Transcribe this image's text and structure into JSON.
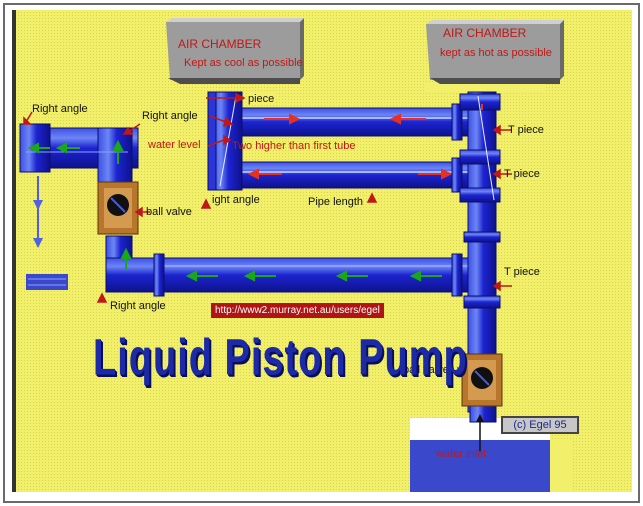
{
  "air_chambers": {
    "left": {
      "title": "AIR CHAMBER",
      "note": "Kept as cool as possible"
    },
    "right": {
      "title": "AIR CHAMBER",
      "note": "kept as hot as possible"
    }
  },
  "labels": {
    "right_angle_1": "Right angle",
    "right_angle_2": "Right angle",
    "right_angle_3": "ight angle",
    "right_angle_4": "Right angle",
    "water_level": "water level",
    "ball_valve_1": "ball  valve",
    "ball_valve_2": "ball valve",
    "t_piece_1": "piece",
    "t_piece_2": "T piece",
    "t_piece_3": "T piece",
    "t_piece_4": "T piece",
    "two_higher": "Two  higher than first tube",
    "pipe_length": "Pipe length",
    "water_inlet": "water inlet"
  },
  "url": "http://www2.murray.net.au/users/egel",
  "title": "Liquid Piston Pump",
  "copyright": "(c)  Egel  95",
  "colors": {
    "background": "#f2f06a",
    "pipe": "#1c20c8",
    "pipe_highlight": "#5a78f0",
    "arrow_red": "#e83020",
    "arrow_green": "#18a818",
    "label_red": "#c01818",
    "chamber": "#9a9a9a",
    "valve": "#b8762c",
    "water": "#3a48cc"
  }
}
